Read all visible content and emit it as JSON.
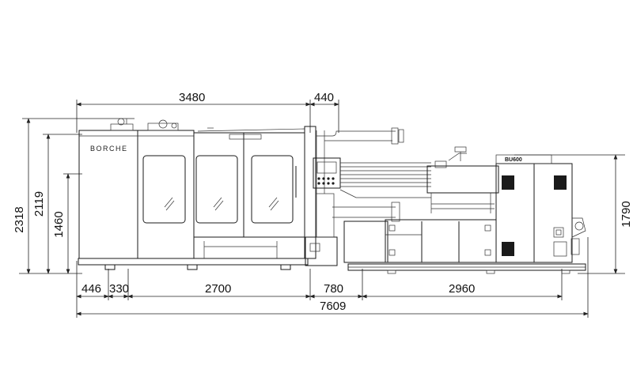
{
  "brand": "BORCHE",
  "model_label": "BU600",
  "dimensions": {
    "top_3480": "3480",
    "top_440": "440",
    "left_2318": "2318",
    "left_2119": "2119",
    "left_1460": "1460",
    "right_1790": "1790",
    "bottom_446": "446",
    "bottom_330": "330",
    "bottom_2700": "2700",
    "bottom_780": "780",
    "bottom_2960": "2960",
    "overall_7609": "7609"
  }
}
